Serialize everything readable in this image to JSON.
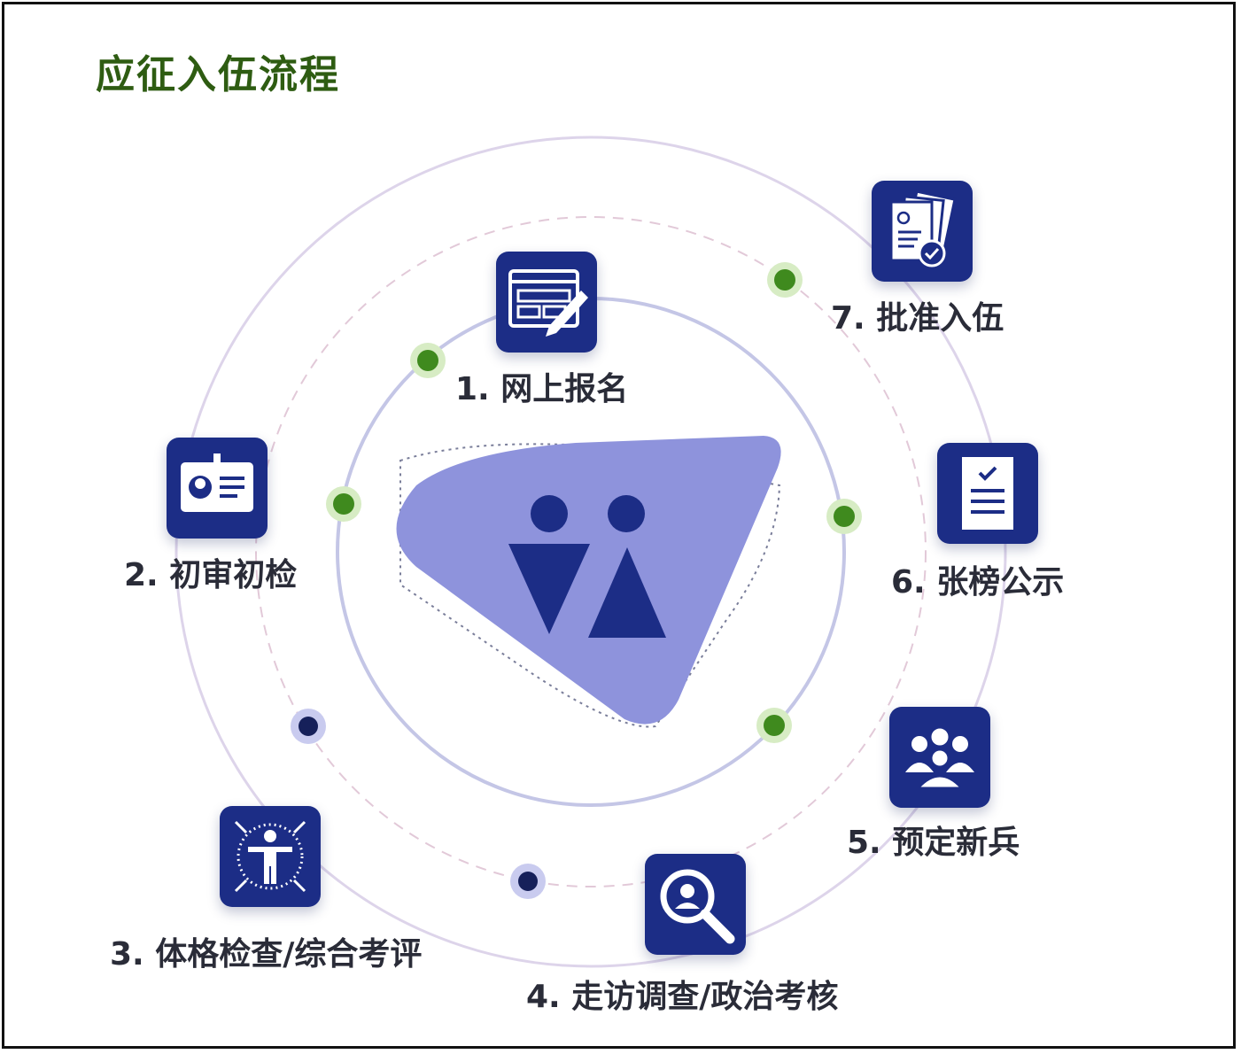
{
  "title": "应征入伍流程",
  "steps": [
    {
      "label": "1. 网上报名",
      "icon": "online-form-icon"
    },
    {
      "label": "2. 初审初检",
      "icon": "id-card-icon"
    },
    {
      "label": "3. 体格检查/综合考评",
      "icon": "body-check-icon"
    },
    {
      "label": "4. 走访调查/政治考核",
      "icon": "search-person-icon"
    },
    {
      "label": "5. 预定新兵",
      "icon": "group-icon"
    },
    {
      "label": "6. 张榜公示",
      "icon": "checklist-icon"
    },
    {
      "label": "7. 批准入伍",
      "icon": "approved-documents-icon"
    }
  ],
  "center": {
    "icon": "people-logo-icon"
  },
  "colors": {
    "title": "#2e5c12",
    "tile": "#1c2d86",
    "center_shape": "#8e93dc",
    "dot_green": "#3f8a1e",
    "dot_navy": "#16205a",
    "ring_inner": "#c4c6e6",
    "ring_outer": "#ddd4ea"
  }
}
